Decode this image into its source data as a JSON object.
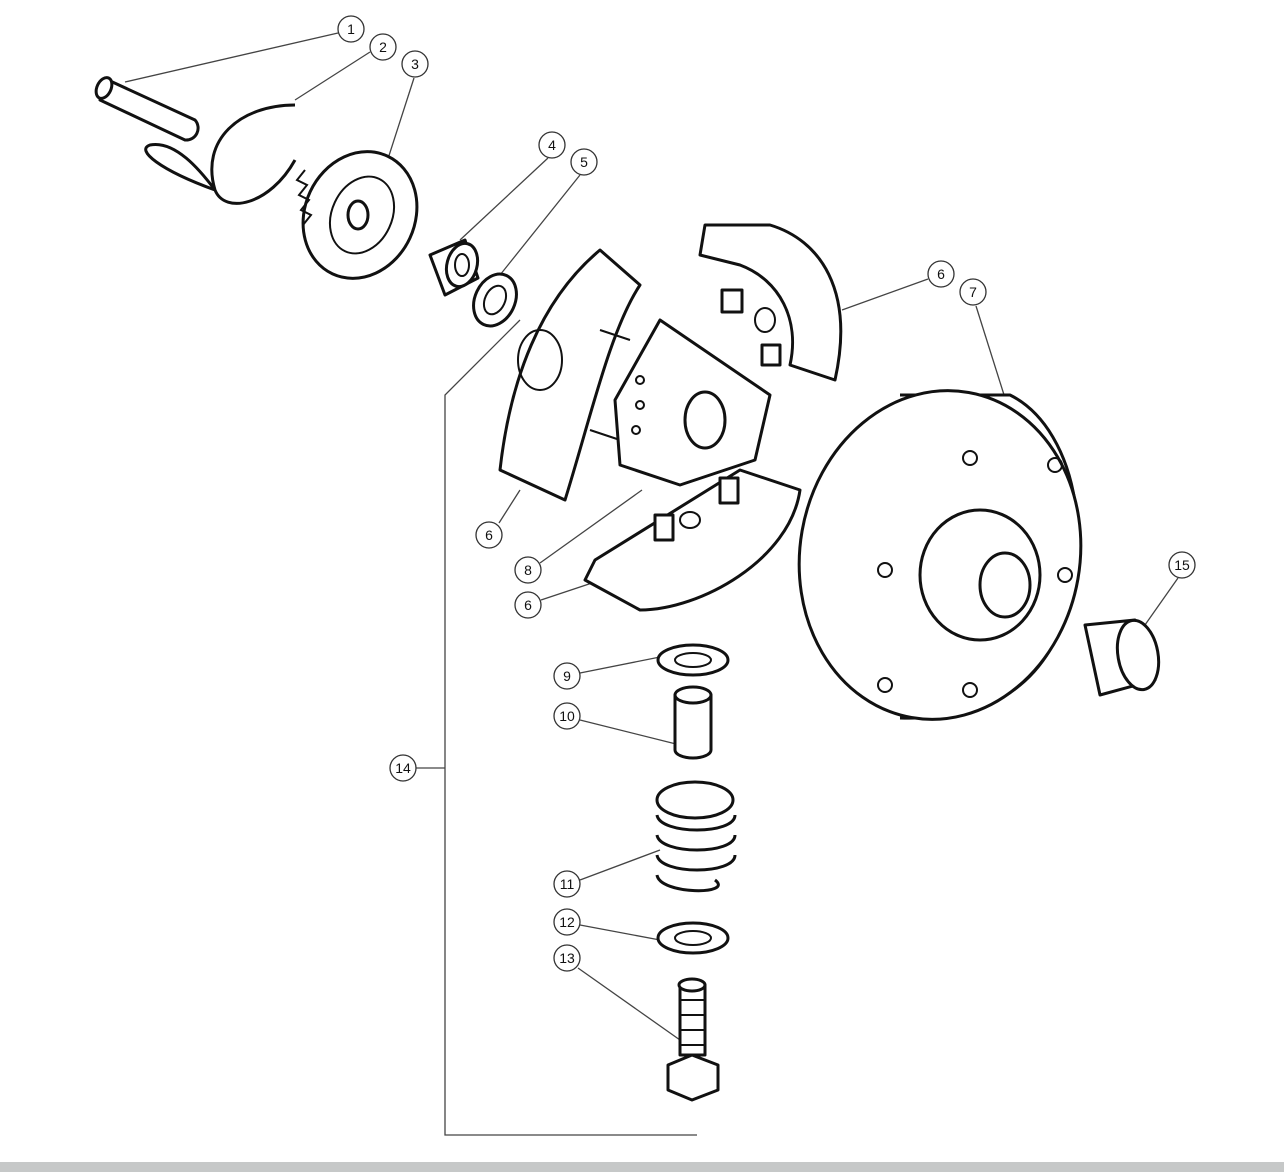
{
  "callouts": [
    "1",
    "2",
    "3",
    "4",
    "5",
    "6",
    "7",
    "6",
    "8",
    "6",
    "15",
    "9",
    "10",
    "14",
    "11",
    "12",
    "13"
  ],
  "colors": {
    "line": "#111111",
    "background": "#ffffff",
    "footer": "#c6c8c8"
  }
}
